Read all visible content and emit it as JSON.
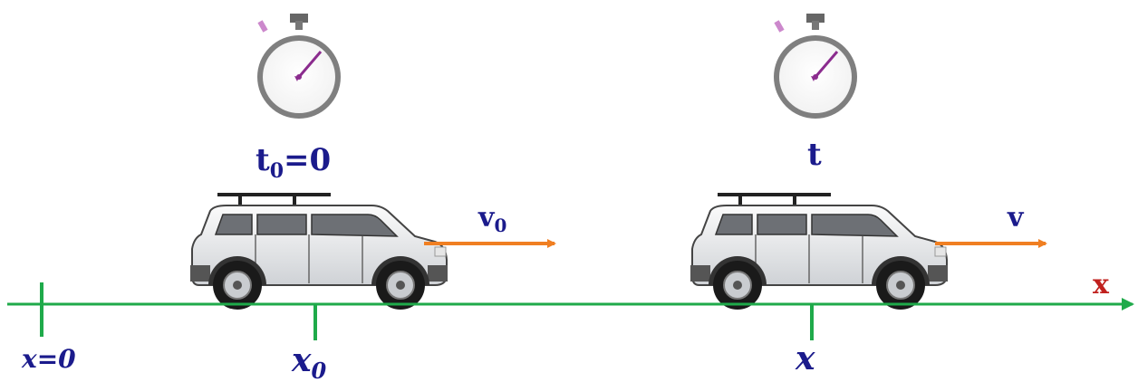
{
  "colors": {
    "axis": "#1faa4a",
    "velocity": "#f07f22",
    "label": "#1b1b8c",
    "axis_name": "#c0211e",
    "stopwatch_hand": "#8b2c8e"
  },
  "icons": [
    "stopwatch-icon",
    "car-icon",
    "velocity-arrow"
  ],
  "stopwatches": [
    {
      "time_label": "t",
      "time_sub": "0",
      "time_suffix": "=0"
    },
    {
      "time_label": "t",
      "time_sub": "",
      "time_suffix": ""
    }
  ],
  "cars": [
    {
      "velocity_label": "v",
      "velocity_sub": "0"
    },
    {
      "velocity_label": "v",
      "velocity_sub": ""
    }
  ],
  "axis": {
    "name": "x",
    "ticks": [
      {
        "label": "x=0",
        "sub": ""
      },
      {
        "label": "x",
        "sub": "0"
      },
      {
        "label": "x",
        "sub": ""
      }
    ]
  }
}
